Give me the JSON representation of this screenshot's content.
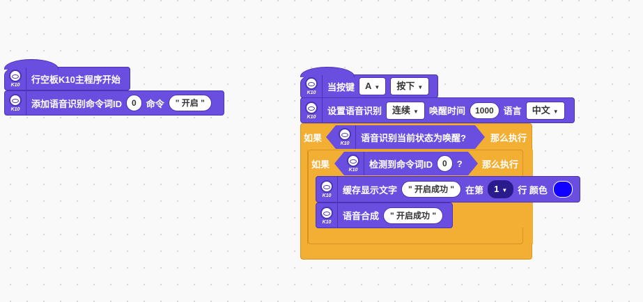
{
  "stack1": {
    "hat_label": "行空板K10主程序开始",
    "block2_label": "添加语音识别命令词ID",
    "block2_id": "0",
    "block2_cmd_label": "命令",
    "block2_cmd_value": "\" 开启 \""
  },
  "ext_badge": "K10",
  "stack2": {
    "hat_label": "当按键",
    "hat_key": "A",
    "hat_action": "按下",
    "setup_label": "设置语音识别",
    "setup_mode": "连续",
    "wake_label": "唤醒时间",
    "wake_value": "1000",
    "lang_label": "语言",
    "lang_value": "中文",
    "if1_label": "如果",
    "if1_cond": "语音识别当前状态为唤醒?",
    "if1_then": "那么执行",
    "if2_label": "如果",
    "if2_cond": "检测到命令词ID",
    "if2_id": "0",
    "if2_q": "?",
    "if2_then": "那么执行",
    "cache_label": "缓存显示文字",
    "cache_text": "\" 开启成功 \"",
    "cache_line_label": "在第",
    "cache_line": "1",
    "cache_line_suffix": "行 颜色",
    "cache_color": "#1100ff",
    "tts_label": "语音合成",
    "tts_text": "\" 开启成功 \""
  }
}
